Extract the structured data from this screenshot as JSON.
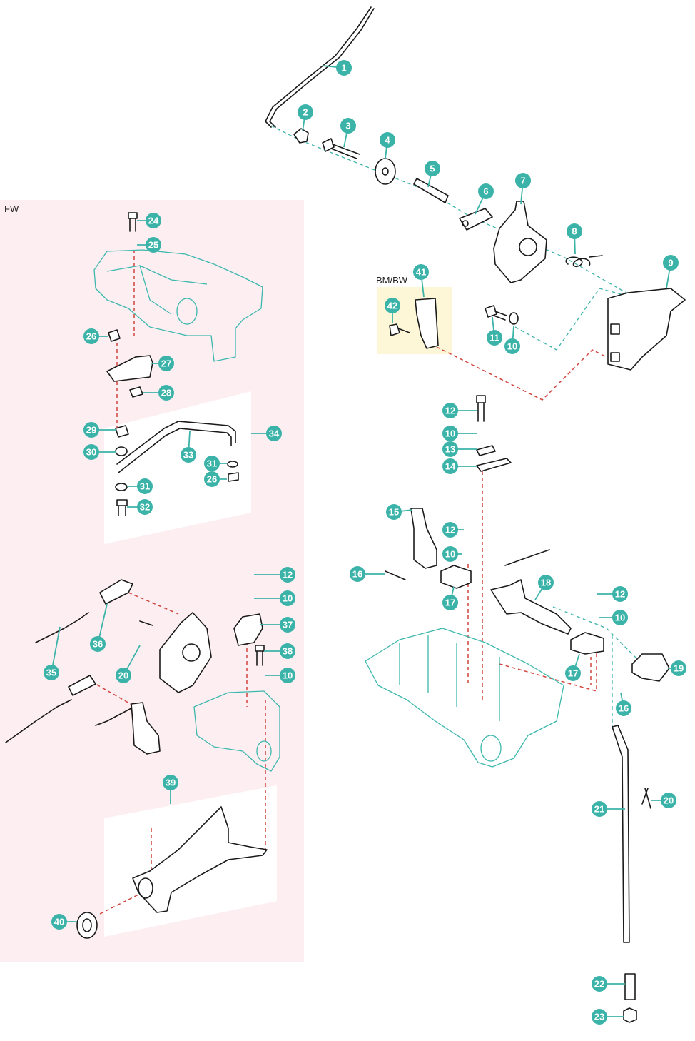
{
  "regions": {
    "fw": {
      "label": "FW"
    },
    "bmbw": {
      "label": "BM/BW"
    }
  },
  "colors": {
    "callout": "#3bb3a8",
    "fw_panel": "#fdeef2",
    "bmbw_panel": "#fdf7d8",
    "leader_red": "#d0443c",
    "leader_teal": "#3bb3a8",
    "ghost_line": "#3cb8ad"
  },
  "callouts": [
    {
      "id": "c1",
      "num": "1"
    },
    {
      "id": "c2",
      "num": "2"
    },
    {
      "id": "c3",
      "num": "3"
    },
    {
      "id": "c4",
      "num": "4"
    },
    {
      "id": "c5",
      "num": "5"
    },
    {
      "id": "c6",
      "num": "6"
    },
    {
      "id": "c7",
      "num": "7"
    },
    {
      "id": "c8",
      "num": "8"
    },
    {
      "id": "c9",
      "num": "9"
    },
    {
      "id": "c10a",
      "num": "10"
    },
    {
      "id": "c11",
      "num": "11"
    },
    {
      "id": "c41",
      "num": "41"
    },
    {
      "id": "c42",
      "num": "42"
    },
    {
      "id": "c12a",
      "num": "12"
    },
    {
      "id": "c10b",
      "num": "10"
    },
    {
      "id": "c13",
      "num": "13"
    },
    {
      "id": "c14",
      "num": "14"
    },
    {
      "id": "c15",
      "num": "15"
    },
    {
      "id": "c12b",
      "num": "12"
    },
    {
      "id": "c10c",
      "num": "10"
    },
    {
      "id": "c16a",
      "num": "16"
    },
    {
      "id": "c17a",
      "num": "17"
    },
    {
      "id": "c18",
      "num": "18"
    },
    {
      "id": "c12c",
      "num": "12"
    },
    {
      "id": "c10d",
      "num": "10"
    },
    {
      "id": "c17b",
      "num": "17"
    },
    {
      "id": "c19",
      "num": "19"
    },
    {
      "id": "c16b",
      "num": "16"
    },
    {
      "id": "c21",
      "num": "21"
    },
    {
      "id": "c20a",
      "num": "20"
    },
    {
      "id": "c22",
      "num": "22"
    },
    {
      "id": "c23",
      "num": "23"
    },
    {
      "id": "c24",
      "num": "24"
    },
    {
      "id": "c25",
      "num": "25"
    },
    {
      "id": "c26a",
      "num": "26"
    },
    {
      "id": "c27",
      "num": "27"
    },
    {
      "id": "c28",
      "num": "28"
    },
    {
      "id": "c29",
      "num": "29"
    },
    {
      "id": "c30",
      "num": "30"
    },
    {
      "id": "c33",
      "num": "33"
    },
    {
      "id": "c34",
      "num": "34"
    },
    {
      "id": "c31a",
      "num": "31"
    },
    {
      "id": "c26b",
      "num": "26"
    },
    {
      "id": "c31b",
      "num": "31"
    },
    {
      "id": "c32",
      "num": "32"
    },
    {
      "id": "c12d",
      "num": "12"
    },
    {
      "id": "c10e",
      "num": "10"
    },
    {
      "id": "c37",
      "num": "37"
    },
    {
      "id": "c38",
      "num": "38"
    },
    {
      "id": "c10f",
      "num": "10"
    },
    {
      "id": "c36",
      "num": "36"
    },
    {
      "id": "c20b",
      "num": "20"
    },
    {
      "id": "c35",
      "num": "35"
    },
    {
      "id": "c39",
      "num": "39"
    },
    {
      "id": "c40",
      "num": "40"
    }
  ]
}
